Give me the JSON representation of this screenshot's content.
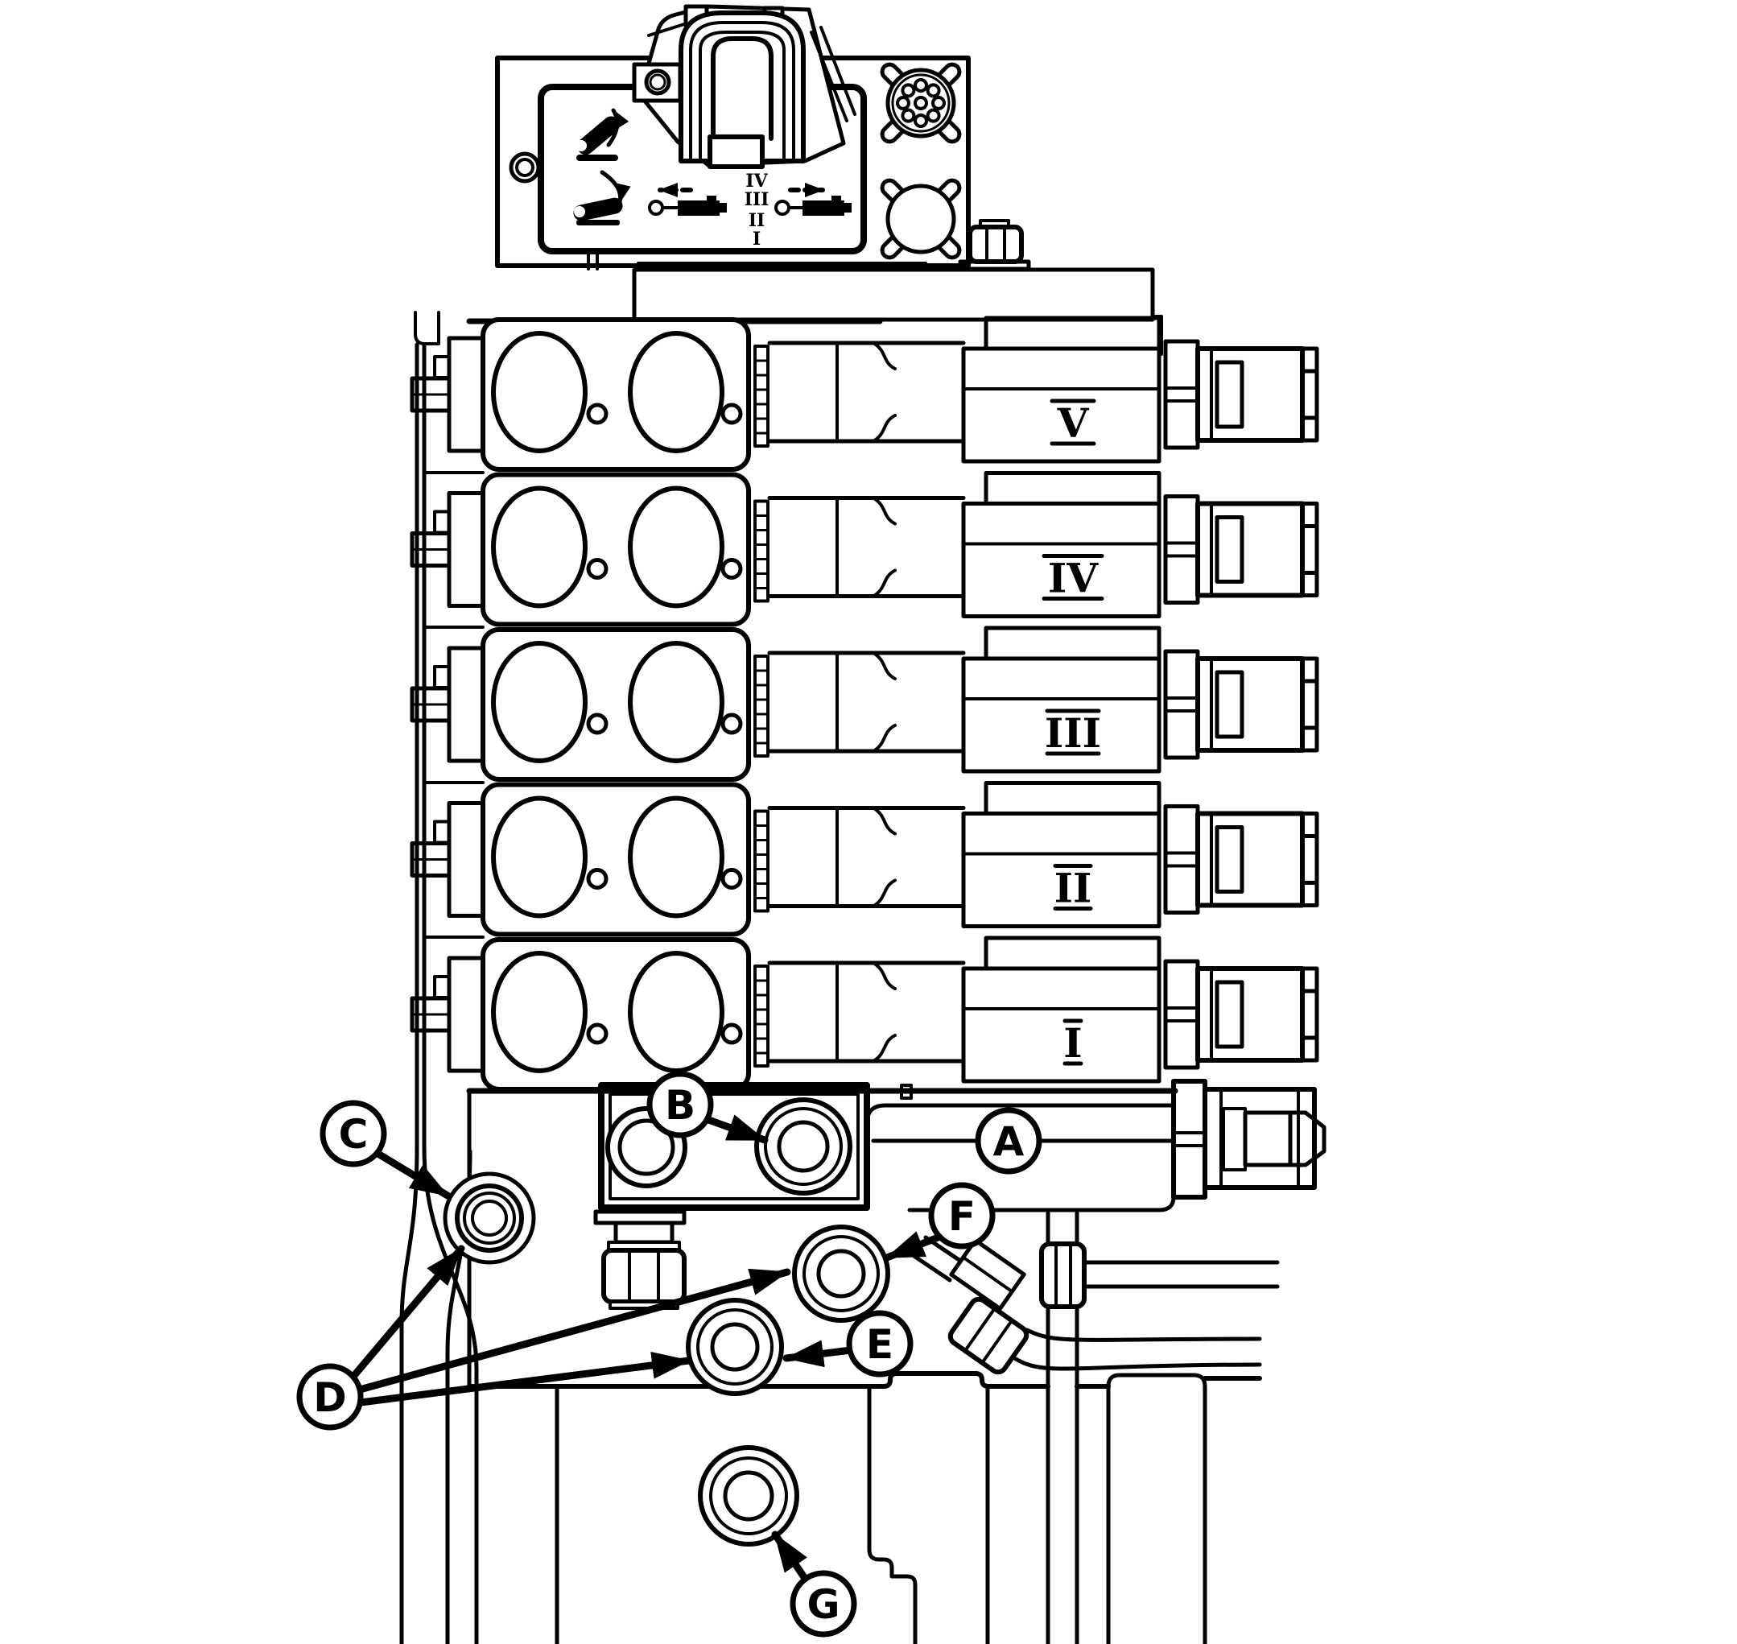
{
  "page": {
    "background": "#ffffff",
    "ink": "#000000",
    "type": "hydraulic-control-valve-stack-diagram"
  },
  "sections": [
    {
      "label": "V"
    },
    {
      "label": "IV"
    },
    {
      "label": "III"
    },
    {
      "label": "II"
    },
    {
      "label": "I"
    }
  ],
  "decal": {
    "numerals": [
      "IV",
      "III",
      "II",
      "I"
    ]
  },
  "callouts": {
    "a": {
      "label": "A"
    },
    "b": {
      "label": "B"
    },
    "c": {
      "label": "C"
    },
    "d": {
      "label": "D"
    },
    "e": {
      "label": "E"
    },
    "f": {
      "label": "F"
    },
    "g": {
      "label": "G"
    }
  }
}
